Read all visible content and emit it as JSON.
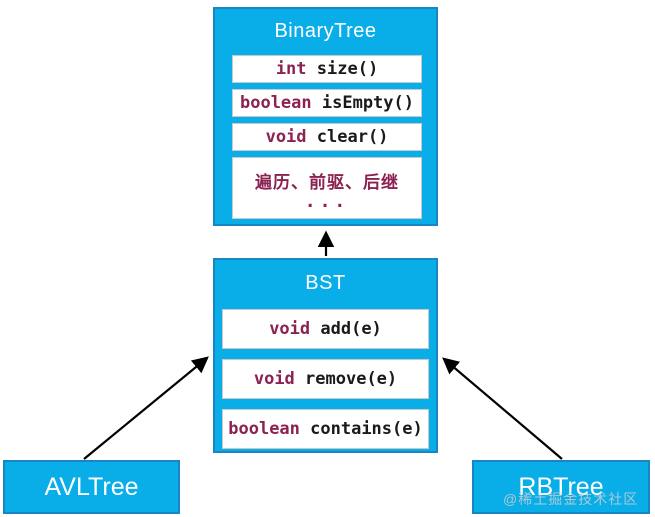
{
  "diagram": {
    "watermark": "@稀土掘金技术社区",
    "colors": {
      "box_fill": "#09aee9",
      "box_border": "#1886c3",
      "keyword_color": "#8b2252",
      "code_color": "#1a1a1a",
      "arrow_color": "#000000"
    },
    "classes": {
      "binarytree": {
        "name": "BinaryTree",
        "methods": [
          {
            "keyword": "int",
            "rest": " size()"
          },
          {
            "keyword": "boolean",
            "rest": " isEmpty()"
          },
          {
            "keyword": "void",
            "rest": " clear()"
          }
        ],
        "note_line1": "遍历、前驱、后继",
        "note_line2": "..."
      },
      "bst": {
        "name": "BST",
        "methods": [
          {
            "keyword": "void",
            "rest": " add(e)"
          },
          {
            "keyword": "void",
            "rest": " remove(e)"
          },
          {
            "keyword": "boolean",
            "rest": " contains(e)"
          }
        ]
      },
      "avltree": {
        "name": "AVLTree"
      },
      "rbtree": {
        "name": "RBTree"
      }
    },
    "relations": [
      {
        "from": "BST",
        "to": "BinaryTree",
        "type": "inheritance"
      },
      {
        "from": "AVLTree",
        "to": "BST",
        "type": "inheritance"
      },
      {
        "from": "RBTree",
        "to": "BST",
        "type": "inheritance"
      }
    ]
  }
}
